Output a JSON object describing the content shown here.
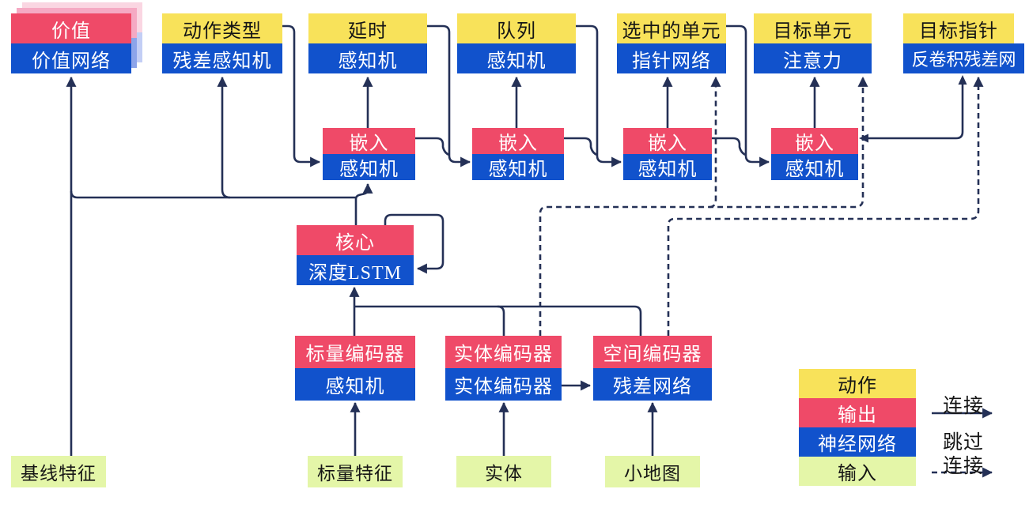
{
  "heads": [
    {
      "action": "价值",
      "network": "价值网络"
    },
    {
      "action": "动作类型",
      "network": "残差感知机"
    },
    {
      "action": "延时",
      "network": "感知机"
    },
    {
      "action": "队列",
      "network": "感知机"
    },
    {
      "action": "选中的单元",
      "network": "指针网络"
    },
    {
      "action": "目标单元",
      "network": "注意力"
    },
    {
      "action": "目标指针",
      "network": "反卷积残差网"
    }
  ],
  "embeds": [
    {
      "label": "嵌入",
      "network": "感知机"
    },
    {
      "label": "嵌入",
      "network": "感知机"
    },
    {
      "label": "嵌入",
      "network": "感知机"
    },
    {
      "label": "嵌入",
      "network": "感知机"
    }
  ],
  "core": {
    "label": "核心",
    "network": "深度LSTM"
  },
  "encoders": [
    {
      "label": "标量编码器",
      "network": "感知机"
    },
    {
      "label": "实体编码器",
      "network": "实体编码器"
    },
    {
      "label": "空间编码器",
      "network": "残差网络"
    }
  ],
  "inputs": [
    {
      "label": "基线特征"
    },
    {
      "label": "标量特征"
    },
    {
      "label": "实体"
    },
    {
      "label": "小地图"
    }
  ],
  "legend": {
    "rows": [
      {
        "label": "动作",
        "type": "action"
      },
      {
        "label": "输出",
        "type": "output"
      },
      {
        "label": "神经网络",
        "type": "network"
      },
      {
        "label": "输入",
        "type": "input"
      }
    ],
    "connection_label": "连接",
    "skip_label_line1": "跳过",
    "skip_label_line2": "连接"
  },
  "colors": {
    "action": "#F8E25A",
    "output": "#EF4A68",
    "network": "#1152CC",
    "input": "#E4F6A8",
    "wire": "#243056"
  }
}
